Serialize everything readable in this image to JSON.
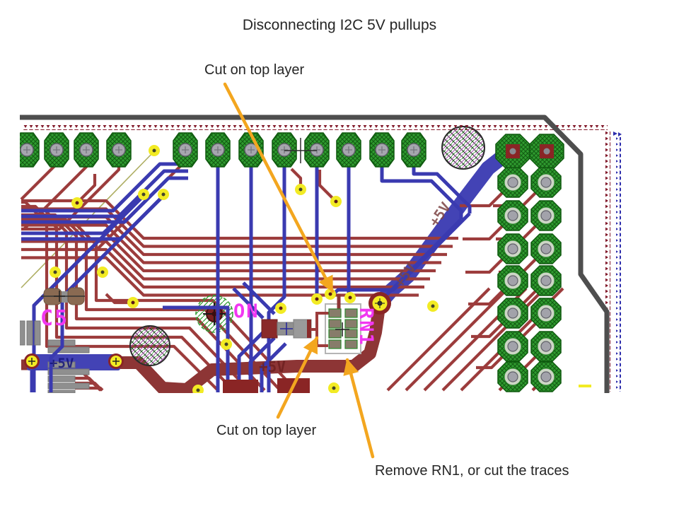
{
  "slide": {
    "title": "Disconnecting I2C 5V pullups",
    "labels": {
      "cut_top": "Cut on top layer",
      "cut_bottom": "Cut on top layer",
      "remove": "Remove RN1, or cut the traces"
    }
  },
  "pcb": {
    "silk_labels": {
      "c5": "C5",
      "on": "ON",
      "rn1": "RN1"
    },
    "net_label_5v": "+5V",
    "colors": {
      "slide-text": "#262626",
      "trace-red": "#9c3c3c",
      "thick-maroon": "#8d3535",
      "trace-blue": "#3a3ab0",
      "thick-blue": "#4343b5",
      "pad-green": "#2f9b2f",
      "pad-hatch": "#135c13",
      "via-yellow": "#f2eb24",
      "silk-magenta": "#f137f1",
      "board-gray": "#4e4e4e",
      "keepout-red": "#801728",
      "keepout-blue": "#2d2dac",
      "olive": "#a0a048",
      "arrow-orange": "#f3a61f",
      "net-maroon": "#7c4444",
      "net-dark-red": "#6e2020",
      "net-dark-blue": "#15157a"
    }
  }
}
